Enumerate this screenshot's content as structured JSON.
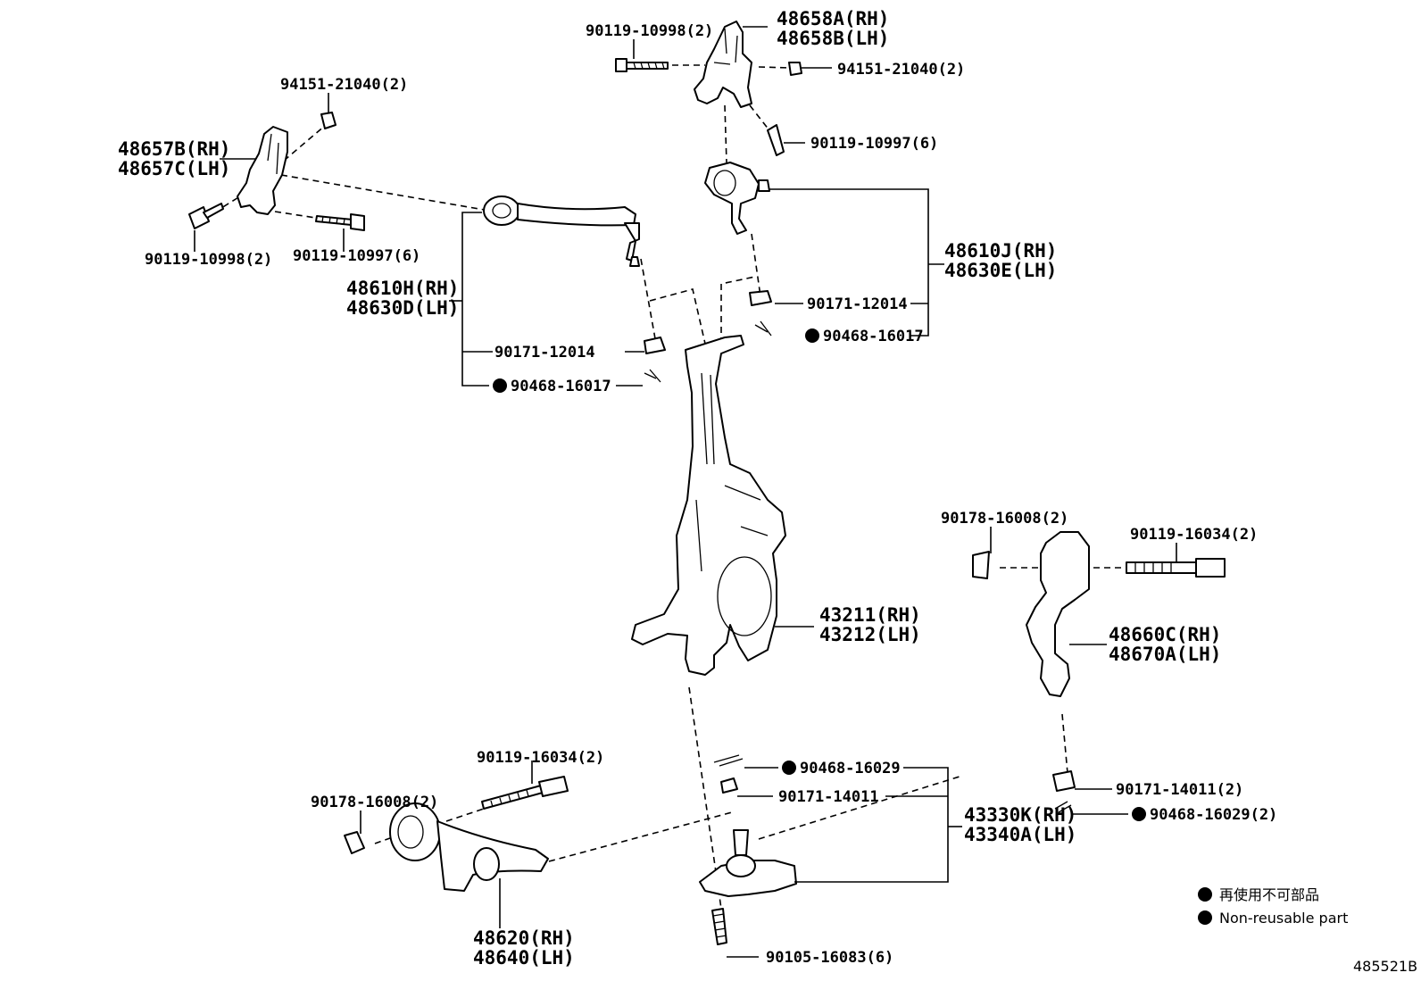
{
  "labels": {
    "p48658a": "48658A(RH)",
    "p48658b": "48658B(LH)",
    "p90119_10998_top": "90119-10998(2)",
    "p94151_top_right": "94151-21040(2)",
    "p90119_10997_top": "90119-10997(6)",
    "p94151_left": "94151-21040(2)",
    "p48657b": "48657B(RH)",
    "p48657c": "48657C(LH)",
    "p90119_10998_left": "90119-10998(2)",
    "p90119_10997_left": "90119-10997(6)",
    "p48610h": "48610H(RH)",
    "p48630d": "48630D(LH)",
    "p90171_12014_left": "90171-12014",
    "p90468_16017_left": "90468-16017",
    "p48610j": "48610J(RH)",
    "p48630e": "48630E(LH)",
    "p90171_12014_right": "90171-12014",
    "p90468_16017_right": "90468-16017",
    "p43211": "43211(RH)",
    "p43212": "43212(LH)",
    "p90178_16008_right": "90178-16008(2)",
    "p90119_16034_right": "90119-16034(2)",
    "p48660c": "48660C(RH)",
    "p48670a": "48670A(LH)",
    "p90171_14011_2": "90171-14011(2)",
    "p90468_16029_2": "90468-16029(2)",
    "p90468_16029": "90468-16029",
    "p90171_14011": "90171-14011",
    "p43330k": "43330K(RH)",
    "p43340a": "43340A(LH)",
    "p90119_16034_left": "90119-16034(2)",
    "p90178_16008_left": "90178-16008(2)",
    "p48620": "48620(RH)",
    "p48640": "48640(LH)",
    "p90105_16083": "90105-16083(6)"
  },
  "legend": {
    "japanese": "再使用不可部品",
    "english": "Non-reusable part"
  },
  "figure_id": "485521B"
}
